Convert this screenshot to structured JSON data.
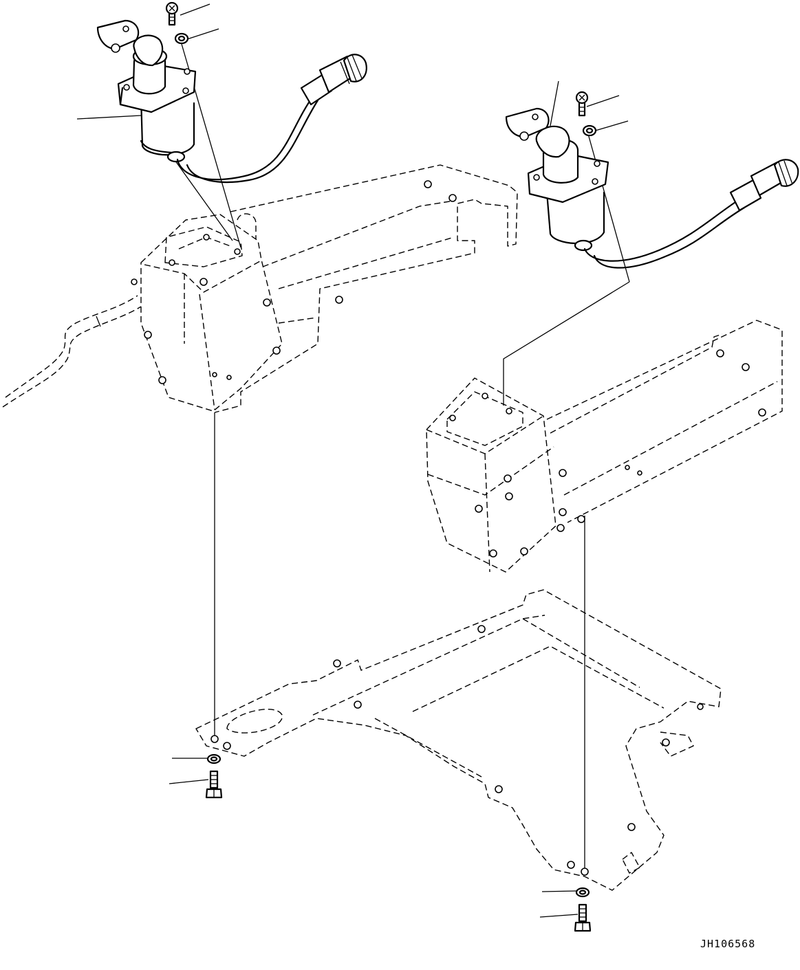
{
  "drawing": {
    "code": "JH106568",
    "parts": [
      "ppc-lever-left",
      "ppc-lever-right",
      "console-left",
      "console-right",
      "seat-support-frame",
      "bolt",
      "washer"
    ]
  }
}
